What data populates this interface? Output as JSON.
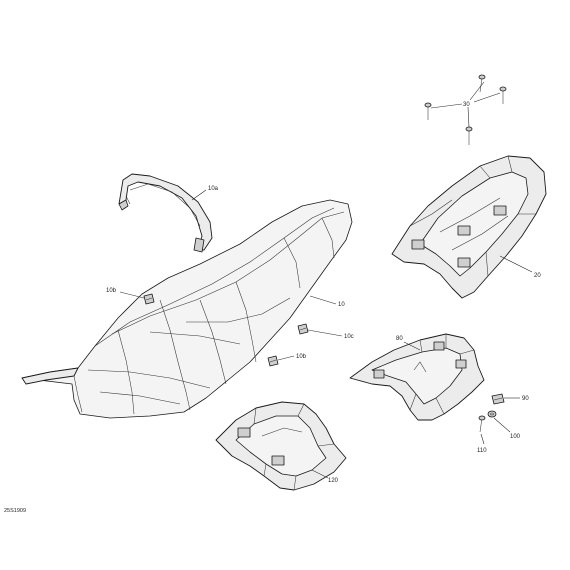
{
  "diagram": {
    "code": "25S1909",
    "callouts": {
      "c30": "30",
      "c10a": "10a",
      "c10b_upper": "10b",
      "c10": "10",
      "c10c": "10c",
      "c10b_lower": "10b",
      "c20": "20",
      "c80": "80",
      "c90": "90",
      "c100": "100",
      "c110": "110",
      "c120": "120"
    }
  }
}
